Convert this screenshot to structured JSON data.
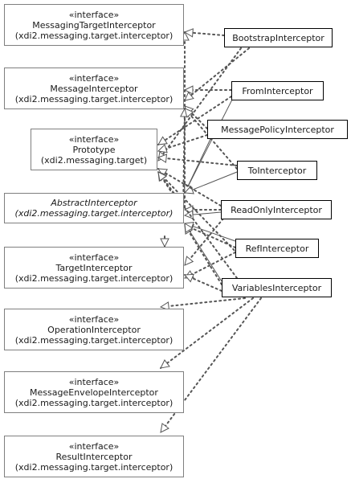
{
  "diagram": {
    "stereotype": "«interface»",
    "interfaces": [
      {
        "id": "messagingtarget",
        "name": "MessagingTargetInterceptor",
        "package": "(xdi2.messaging.target.interceptor)"
      },
      {
        "id": "message",
        "name": "MessageInterceptor",
        "package": "(xdi2.messaging.target.interceptor)"
      },
      {
        "id": "prototype",
        "name": "Prototype",
        "package": "(xdi2.messaging.target)"
      },
      {
        "id": "target",
        "name": "TargetInterceptor",
        "package": "(xdi2.messaging.target.interceptor)"
      },
      {
        "id": "operation",
        "name": "OperationInterceptor",
        "package": "(xdi2.messaging.target.interceptor)"
      },
      {
        "id": "envelope",
        "name": "MessageEnvelopeInterceptor",
        "package": "(xdi2.messaging.target.interceptor)"
      },
      {
        "id": "result",
        "name": "ResultInterceptor",
        "package": "(xdi2.messaging.target.interceptor)"
      }
    ],
    "abstract": {
      "id": "abstract",
      "name": "AbstractInterceptor",
      "package": "(xdi2.messaging.target.interceptor)"
    },
    "classes": [
      {
        "id": "bootstrap",
        "name": "BootstrapInterceptor"
      },
      {
        "id": "from",
        "name": "FromInterceptor"
      },
      {
        "id": "policy",
        "name": "MessagePolicyInterceptor"
      },
      {
        "id": "to",
        "name": "ToInterceptor"
      },
      {
        "id": "readonly",
        "name": "ReadOnlyInterceptor"
      },
      {
        "id": "ref",
        "name": "RefInterceptor"
      },
      {
        "id": "variables",
        "name": "VariablesInterceptor"
      }
    ]
  }
}
